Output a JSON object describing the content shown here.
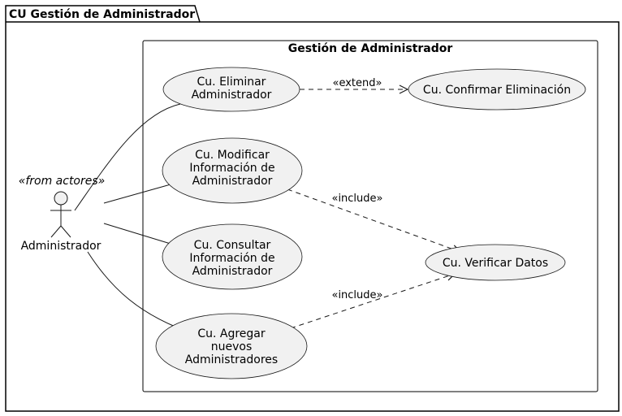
{
  "package": {
    "title": "CU Gestión de Administrador"
  },
  "system": {
    "title": "Gestión de Administrador"
  },
  "actor": {
    "stereotype": "«from actores»",
    "name": "Administrador"
  },
  "use_cases": {
    "eliminar": {
      "line1": "Cu. Eliminar",
      "line2": "Administrador"
    },
    "modificar": {
      "line1": "Cu. Modificar",
      "line2": "Información de",
      "line3": "Administrador"
    },
    "consultar": {
      "line1": "Cu. Consultar",
      "line2": "Información de",
      "line3": "Administrador"
    },
    "agregar": {
      "line1": "Cu. Agregar",
      "line2": "nuevos",
      "line3": "Administradores"
    },
    "confirmar": {
      "line1": "Cu. Confirmar Eliminación"
    },
    "verificar": {
      "line1": "Cu. Verificar Datos"
    }
  },
  "relations": {
    "extend_label": "«extend»",
    "include_label_1": "«include»",
    "include_label_2": "«include»"
  }
}
